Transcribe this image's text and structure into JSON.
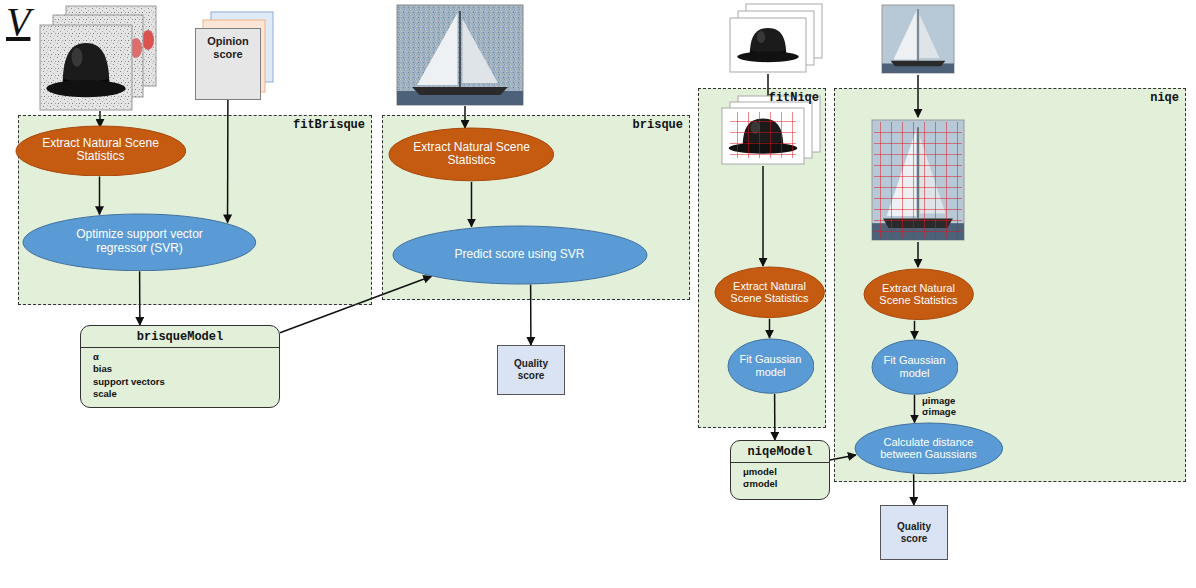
{
  "diagram": {
    "nodes": [
      {
        "text": [
          "fitBrisque"
        ]
      },
      {
        "text": [
          "Extract Natural Scene Statistics"
        ],
        "in": 0
      },
      {
        "text": [
          "Optimize support vector regressor (SVR)"
        ],
        "in": 0
      },
      {
        "text": [
          "Opinion score"
        ]
      },
      {
        "text": [
          "brisque"
        ]
      },
      {
        "text": [
          "Extract Natural Scene Statistics"
        ],
        "in": 4
      },
      {
        "text": [
          "Predict score using SVR"
        ],
        "in": 4
      },
      {
        "text": [
          "brisqueModel",
          "α",
          "bias",
          "support vectors",
          "scale"
        ]
      },
      {
        "text": [
          "Quality score"
        ]
      },
      {
        "text": [
          "fitNiqe"
        ]
      },
      {
        "text": [
          "Extract Natural Scene Statistics"
        ],
        "in": 9
      },
      {
        "text": [
          "Fit Gaussian model"
        ],
        "in": 9
      },
      {
        "text": [
          "niqeModel",
          "μmodel",
          "σmodel"
        ]
      },
      {
        "text": [
          "niqe"
        ]
      },
      {
        "text": [
          "Extract Natural Scene Statistics"
        ],
        "in": 13
      },
      {
        "text": [
          "Fit Gaussian model"
        ],
        "in": 13
      },
      {
        "text": [
          "Calculate distance between Gaussians"
        ],
        "in": 13
      },
      {
        "text": [
          "Quality score"
        ]
      }
    ],
    "edges": [
      {
        "from": 1,
        "to": 2,
        "arrow": "to"
      },
      {
        "from": 3,
        "to": 2,
        "arrow": "to"
      },
      {
        "from": 2,
        "to": 7,
        "arrow": "to"
      },
      {
        "from": 7,
        "to": 6,
        "arrow": "to"
      },
      {
        "from": 5,
        "to": 6,
        "arrow": "to"
      },
      {
        "from": 6,
        "to": 8,
        "arrow": "to"
      },
      {
        "from": 10,
        "to": 11,
        "arrow": "to"
      },
      {
        "from": 11,
        "to": 12,
        "arrow": "to"
      },
      {
        "from": 12,
        "to": 16,
        "arrow": "to"
      },
      {
        "from": 14,
        "to": 15,
        "arrow": "to"
      },
      {
        "from": 15,
        "to": 16,
        "label": "μimage σimage",
        "arrow": "to"
      },
      {
        "from": 16,
        "to": 17,
        "arrow": "to"
      }
    ],
    "labels": [
      "V"
    ]
  }
}
